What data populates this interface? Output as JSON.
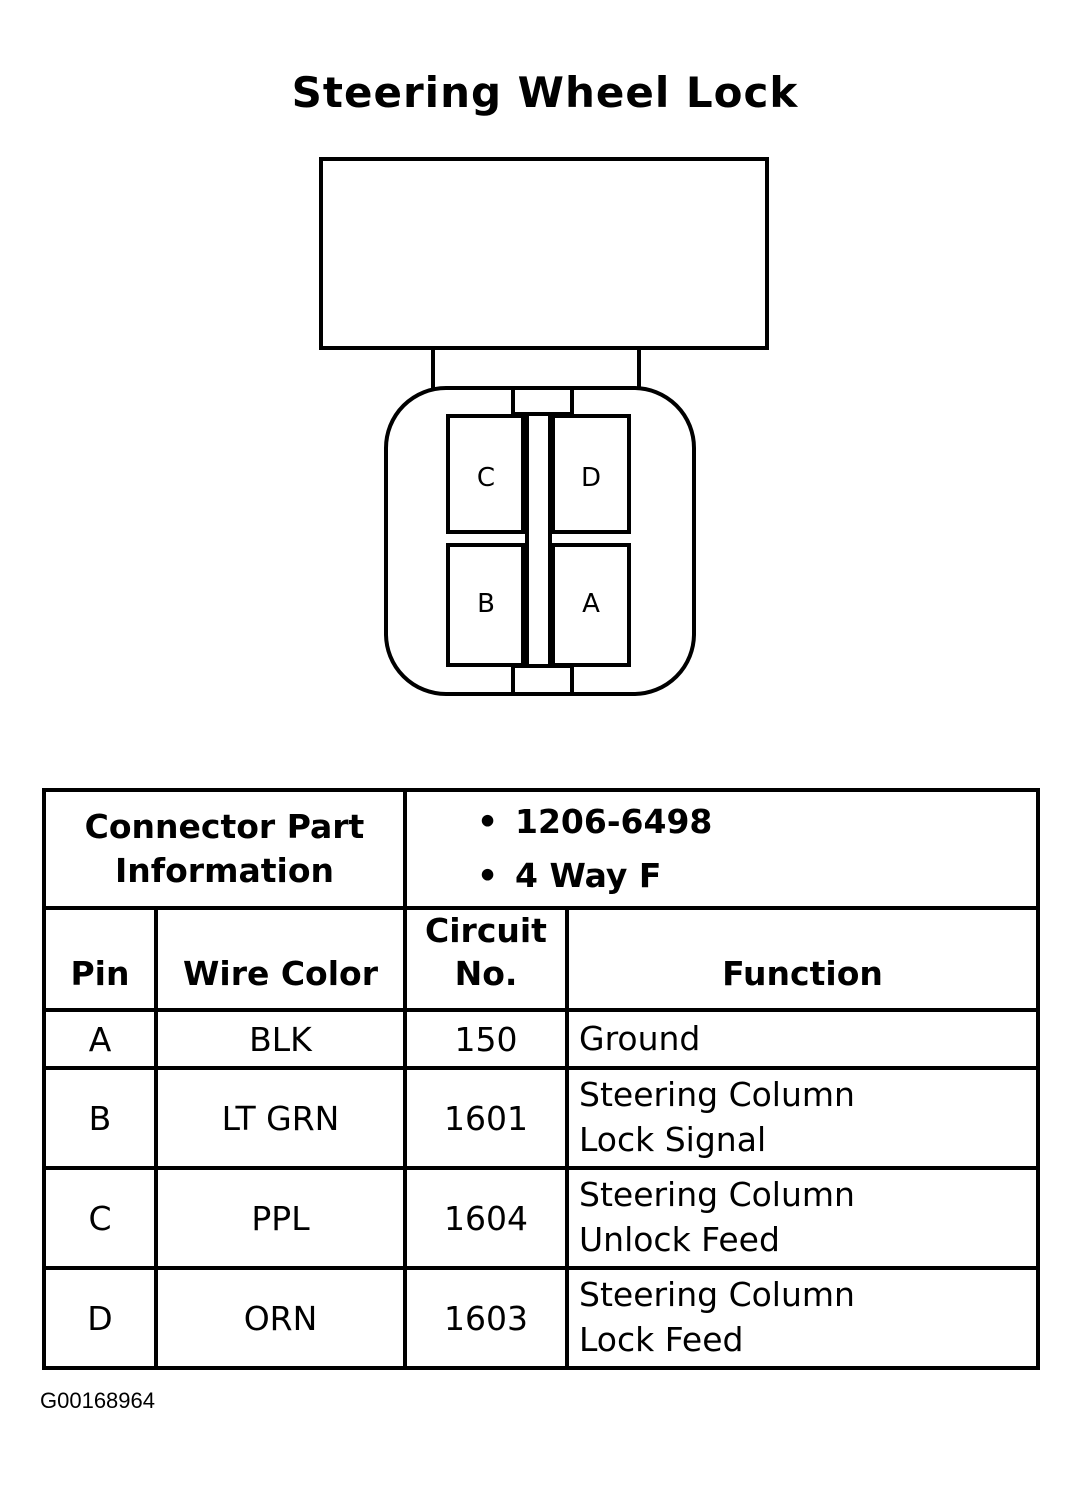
{
  "title": "Steering Wheel Lock",
  "connector": {
    "pins": {
      "top_left": "C",
      "top_right": "D",
      "bottom_left": "B",
      "bottom_right": "A"
    }
  },
  "table": {
    "part_info_label": "Connector Part Information",
    "part_info_lines": [
      "1206-6498",
      "4 Way F"
    ],
    "headers": {
      "pin": "Pin",
      "wire_color": "Wire Color",
      "circuit_line1": "Circuit",
      "circuit_line2": "No.",
      "function": "Function"
    },
    "rows": [
      {
        "pin": "A",
        "wire_color": "BLK",
        "circuit": "150",
        "function_line1": "Ground",
        "function_line2": ""
      },
      {
        "pin": "B",
        "wire_color": "LT GRN",
        "circuit": "1601",
        "function_line1": "Steering Column",
        "function_line2": "Lock Signal"
      },
      {
        "pin": "C",
        "wire_color": "PPL",
        "circuit": "1604",
        "function_line1": "Steering Column",
        "function_line2": "Unlock Feed"
      },
      {
        "pin": "D",
        "wire_color": "ORN",
        "circuit": "1603",
        "function_line1": "Steering Column",
        "function_line2": "Lock Feed"
      }
    ]
  },
  "figure_code": "G00168964"
}
